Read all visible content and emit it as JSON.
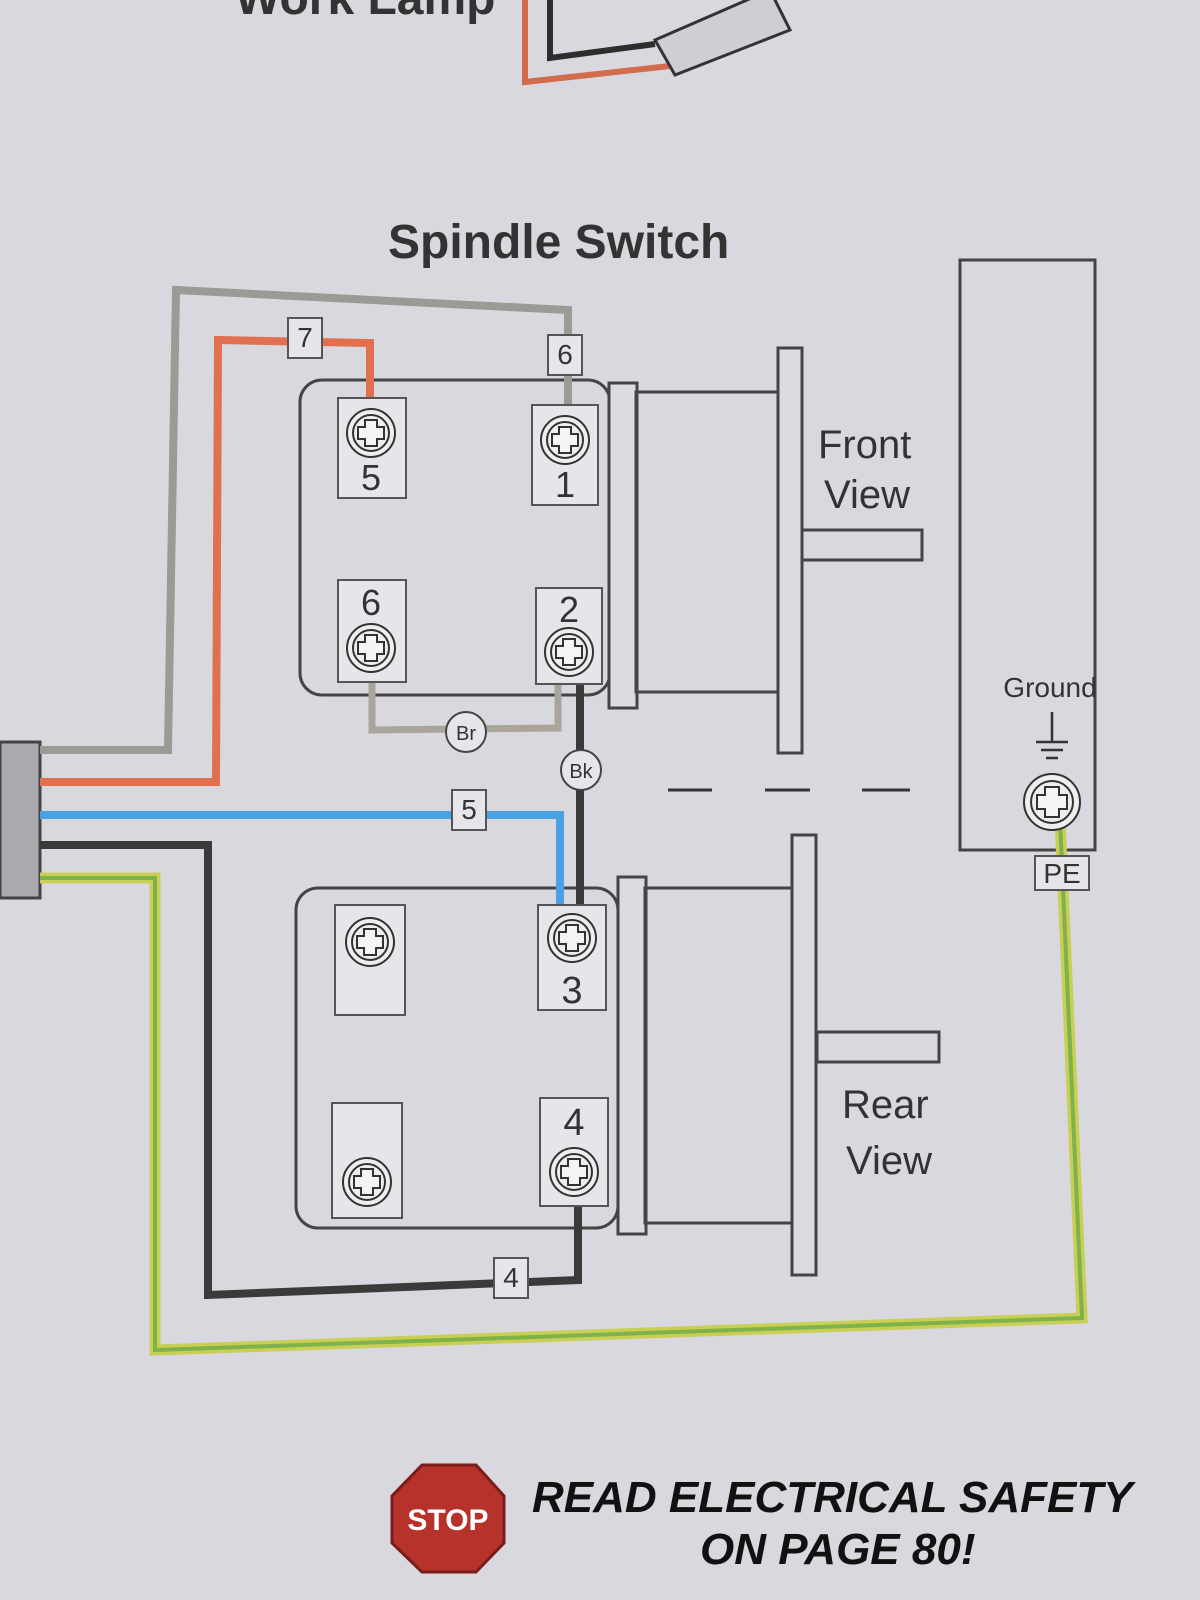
{
  "header": {
    "partial_title": "Work Lamp"
  },
  "title": "Spindle Switch",
  "views": {
    "front": [
      "Front",
      "View"
    ],
    "rear": [
      "Rear",
      "View"
    ]
  },
  "terminals": {
    "front": [
      "5",
      "1",
      "6",
      "2"
    ],
    "rear": [
      "3",
      "4"
    ]
  },
  "wire_tags": {
    "w7": "7",
    "w6": "6",
    "w5": "5",
    "w4": "4",
    "pe": "PE"
  },
  "jumper_tags": {
    "brown": "Br",
    "black": "Bk"
  },
  "ground": {
    "label": "Ground",
    "icon": "ground-symbol-icon"
  },
  "footer": {
    "stop_sign": "STOP",
    "line1": "READ ELECTRICAL SAFETY",
    "line2": "ON PAGE 80!"
  },
  "colors": {
    "gray_wire": "#9c9a94",
    "red_wire": "#e0704f",
    "blue_wire": "#4aa1df",
    "black_wire": "#3a3a3a",
    "green_yellow_wire": "#9fc64a",
    "stop_red": "#b8322c"
  }
}
